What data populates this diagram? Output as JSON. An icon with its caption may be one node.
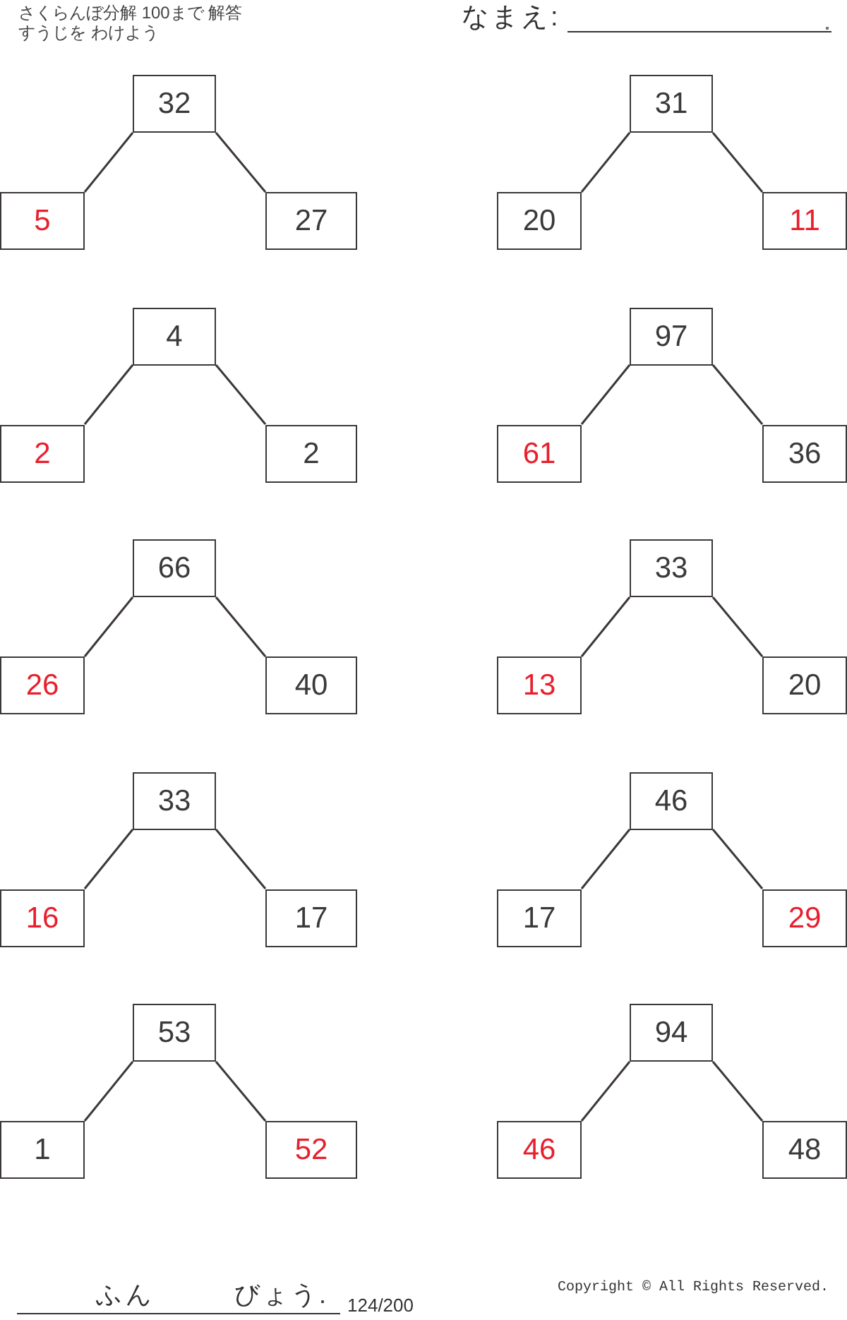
{
  "diagram": {
    "title": "さくらんぼ分解 100まで 解答",
    "nodes": [
      {
        "text": [
          "32"
        ]
      },
      {
        "text": [
          "5"
        ]
      },
      {
        "text": [
          "27"
        ]
      },
      {
        "text": [
          "31"
        ]
      },
      {
        "text": [
          "20"
        ]
      },
      {
        "text": [
          "11"
        ]
      },
      {
        "text": [
          "4"
        ]
      },
      {
        "text": [
          "2"
        ]
      },
      {
        "text": [
          "2"
        ]
      },
      {
        "text": [
          "97"
        ]
      },
      {
        "text": [
          "61"
        ]
      },
      {
        "text": [
          "36"
        ]
      },
      {
        "text": [
          "66"
        ]
      },
      {
        "text": [
          "26"
        ]
      },
      {
        "text": [
          "40"
        ]
      },
      {
        "text": [
          "33"
        ]
      },
      {
        "text": [
          "13"
        ]
      },
      {
        "text": [
          "20"
        ]
      },
      {
        "text": [
          "33"
        ]
      },
      {
        "text": [
          "16"
        ]
      },
      {
        "text": [
          "17"
        ]
      },
      {
        "text": [
          "46"
        ]
      },
      {
        "text": [
          "17"
        ]
      },
      {
        "text": [
          "29"
        ]
      },
      {
        "text": [
          "53"
        ]
      },
      {
        "text": [
          "1"
        ]
      },
      {
        "text": [
          "52"
        ]
      },
      {
        "text": [
          "94"
        ]
      },
      {
        "text": [
          "46"
        ]
      },
      {
        "text": [
          "48"
        ]
      }
    ],
    "edges": [
      {
        "from": 0,
        "to": 1,
        "arrow": "none"
      },
      {
        "from": 0,
        "to": 2,
        "arrow": "none"
      },
      {
        "from": 3,
        "to": 4,
        "arrow": "none"
      },
      {
        "from": 3,
        "to": 5,
        "arrow": "none"
      },
      {
        "from": 6,
        "to": 7,
        "arrow": "none"
      },
      {
        "from": 6,
        "to": 8,
        "arrow": "none"
      },
      {
        "from": 9,
        "to": 10,
        "arrow": "none"
      },
      {
        "from": 9,
        "to": 11,
        "arrow": "none"
      },
      {
        "from": 12,
        "to": 13,
        "arrow": "none"
      },
      {
        "from": 12,
        "to": 14,
        "arrow": "none"
      },
      {
        "from": 15,
        "to": 16,
        "arrow": "none"
      },
      {
        "from": 15,
        "to": 17,
        "arrow": "none"
      },
      {
        "from": 18,
        "to": 19,
        "arrow": "none"
      },
      {
        "from": 18,
        "to": 20,
        "arrow": "none"
      },
      {
        "from": 21,
        "to": 22,
        "arrow": "none"
      },
      {
        "from": 21,
        "to": 23,
        "arrow": "none"
      },
      {
        "from": 24,
        "to": 25,
        "arrow": "none"
      },
      {
        "from": 24,
        "to": 26,
        "arrow": "none"
      },
      {
        "from": 27,
        "to": 28,
        "arrow": "none"
      },
      {
        "from": 27,
        "to": 29,
        "arrow": "none"
      }
    ],
    "labels": [
      "すうじを わけよう",
      "なまえ:",
      "ふん",
      "びょう.",
      "124/200",
      "Copyright © All Rights Reserved."
    ]
  }
}
